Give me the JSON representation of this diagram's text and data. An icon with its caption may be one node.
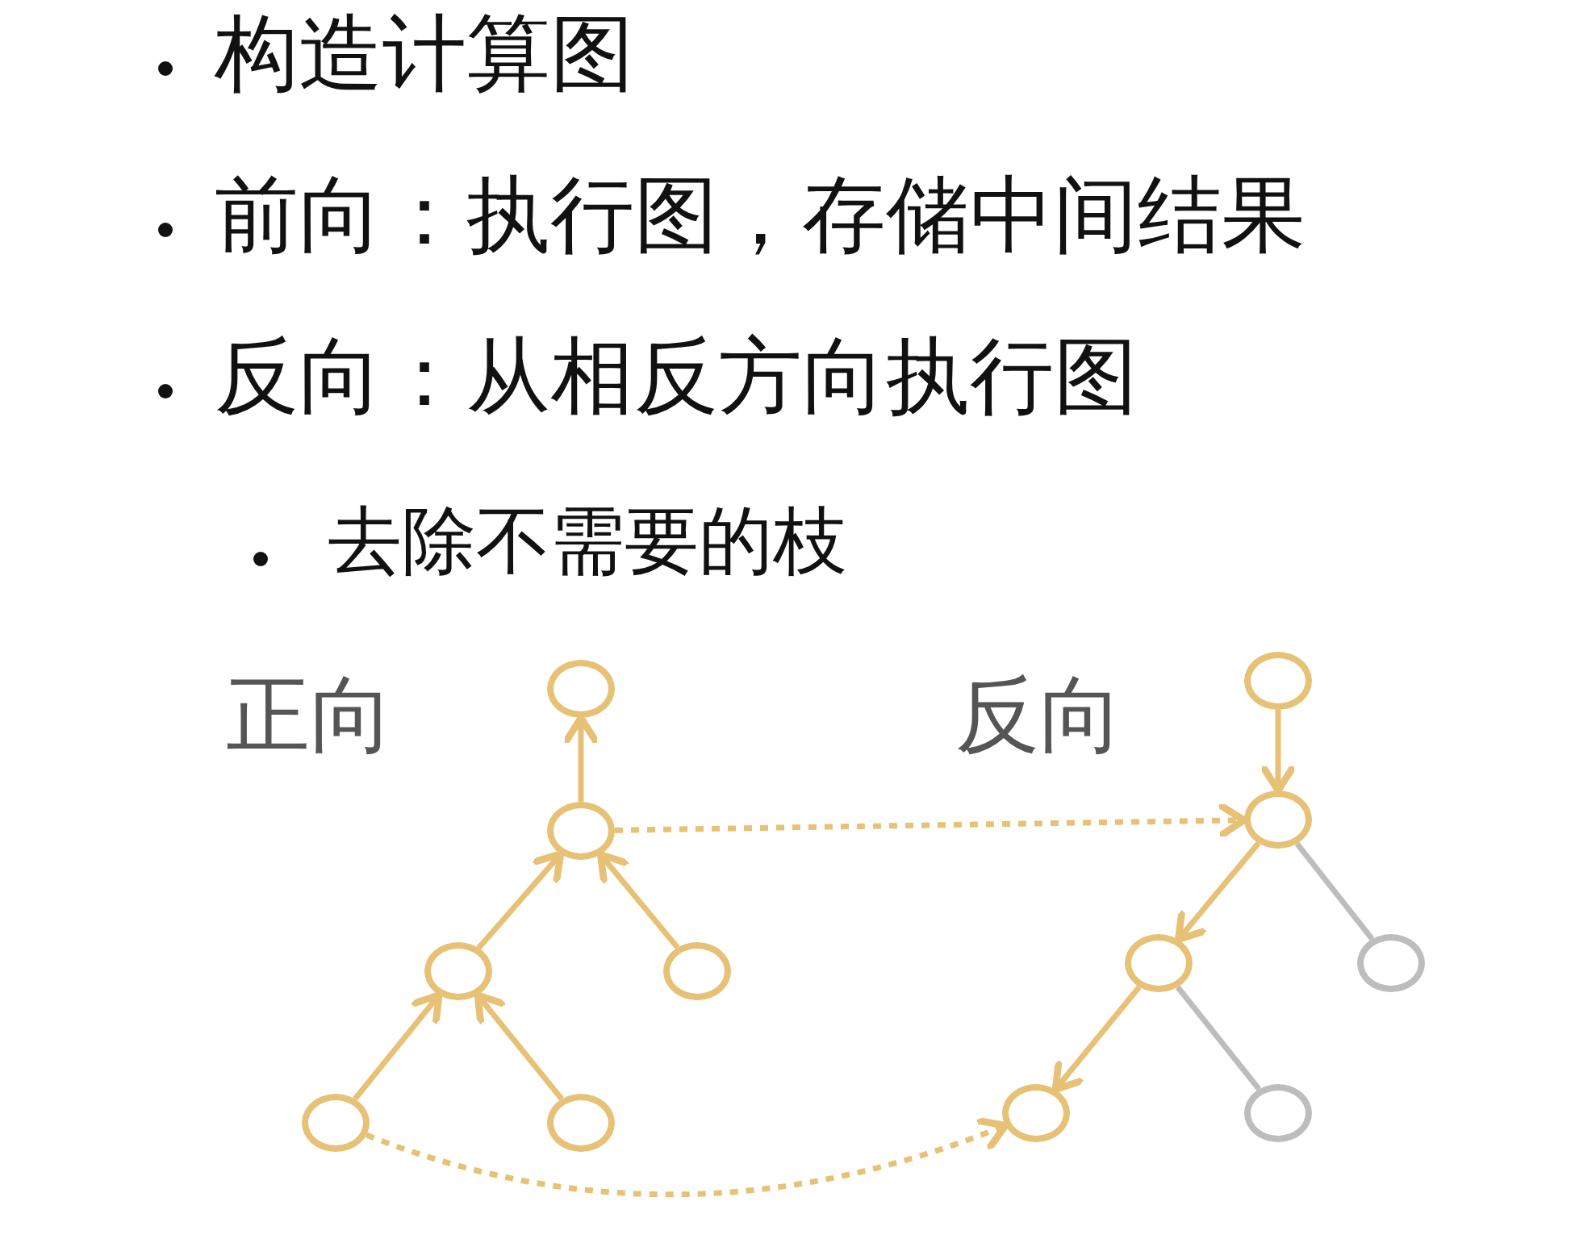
{
  "diagram": {
    "nodes": [
      {
        "text": [],
        "shape": "circle"
      },
      {
        "text": [],
        "shape": "circle"
      },
      {
        "text": [],
        "shape": "circle"
      },
      {
        "text": [],
        "shape": "circle"
      },
      {
        "text": [],
        "shape": "circle"
      },
      {
        "text": [],
        "shape": "circle"
      },
      {
        "text": [],
        "shape": "circle"
      },
      {
        "text": [],
        "shape": "circle"
      },
      {
        "text": [],
        "shape": "circle"
      },
      {
        "text": [],
        "shape": "circle"
      },
      {
        "text": [],
        "shape": "circle"
      },
      {
        "text": [],
        "shape": "circle"
      }
    ],
    "edges": [
      {
        "from": 1,
        "to": 0,
        "arrow": "to"
      },
      {
        "from": 2,
        "to": 1,
        "arrow": "to"
      },
      {
        "from": 3,
        "to": 1,
        "arrow": "to"
      },
      {
        "from": 4,
        "to": 2,
        "arrow": "to"
      },
      {
        "from": 5,
        "to": 2,
        "arrow": "to"
      },
      {
        "from": 1,
        "to": 7,
        "arrow": "to",
        "style": "dashed"
      },
      {
        "from": 4,
        "to": 10,
        "arrow": "to",
        "style": "dashed"
      },
      {
        "from": 6,
        "to": 7,
        "arrow": "to"
      },
      {
        "from": 7,
        "to": 8,
        "arrow": "to"
      },
      {
        "from": 7,
        "to": 9,
        "arrow": "none",
        "color": "#bdbdbd"
      },
      {
        "from": 8,
        "to": 10,
        "arrow": "to"
      },
      {
        "from": 8,
        "to": 11,
        "arrow": "none",
        "color": "#bdbdbd"
      }
    ],
    "labels": [
      "构造计算图",
      "前向：执行图，存储中间结果",
      "反向：从相反方向执行图",
      "去除不需要的枝",
      "正向",
      "反向"
    ]
  }
}
